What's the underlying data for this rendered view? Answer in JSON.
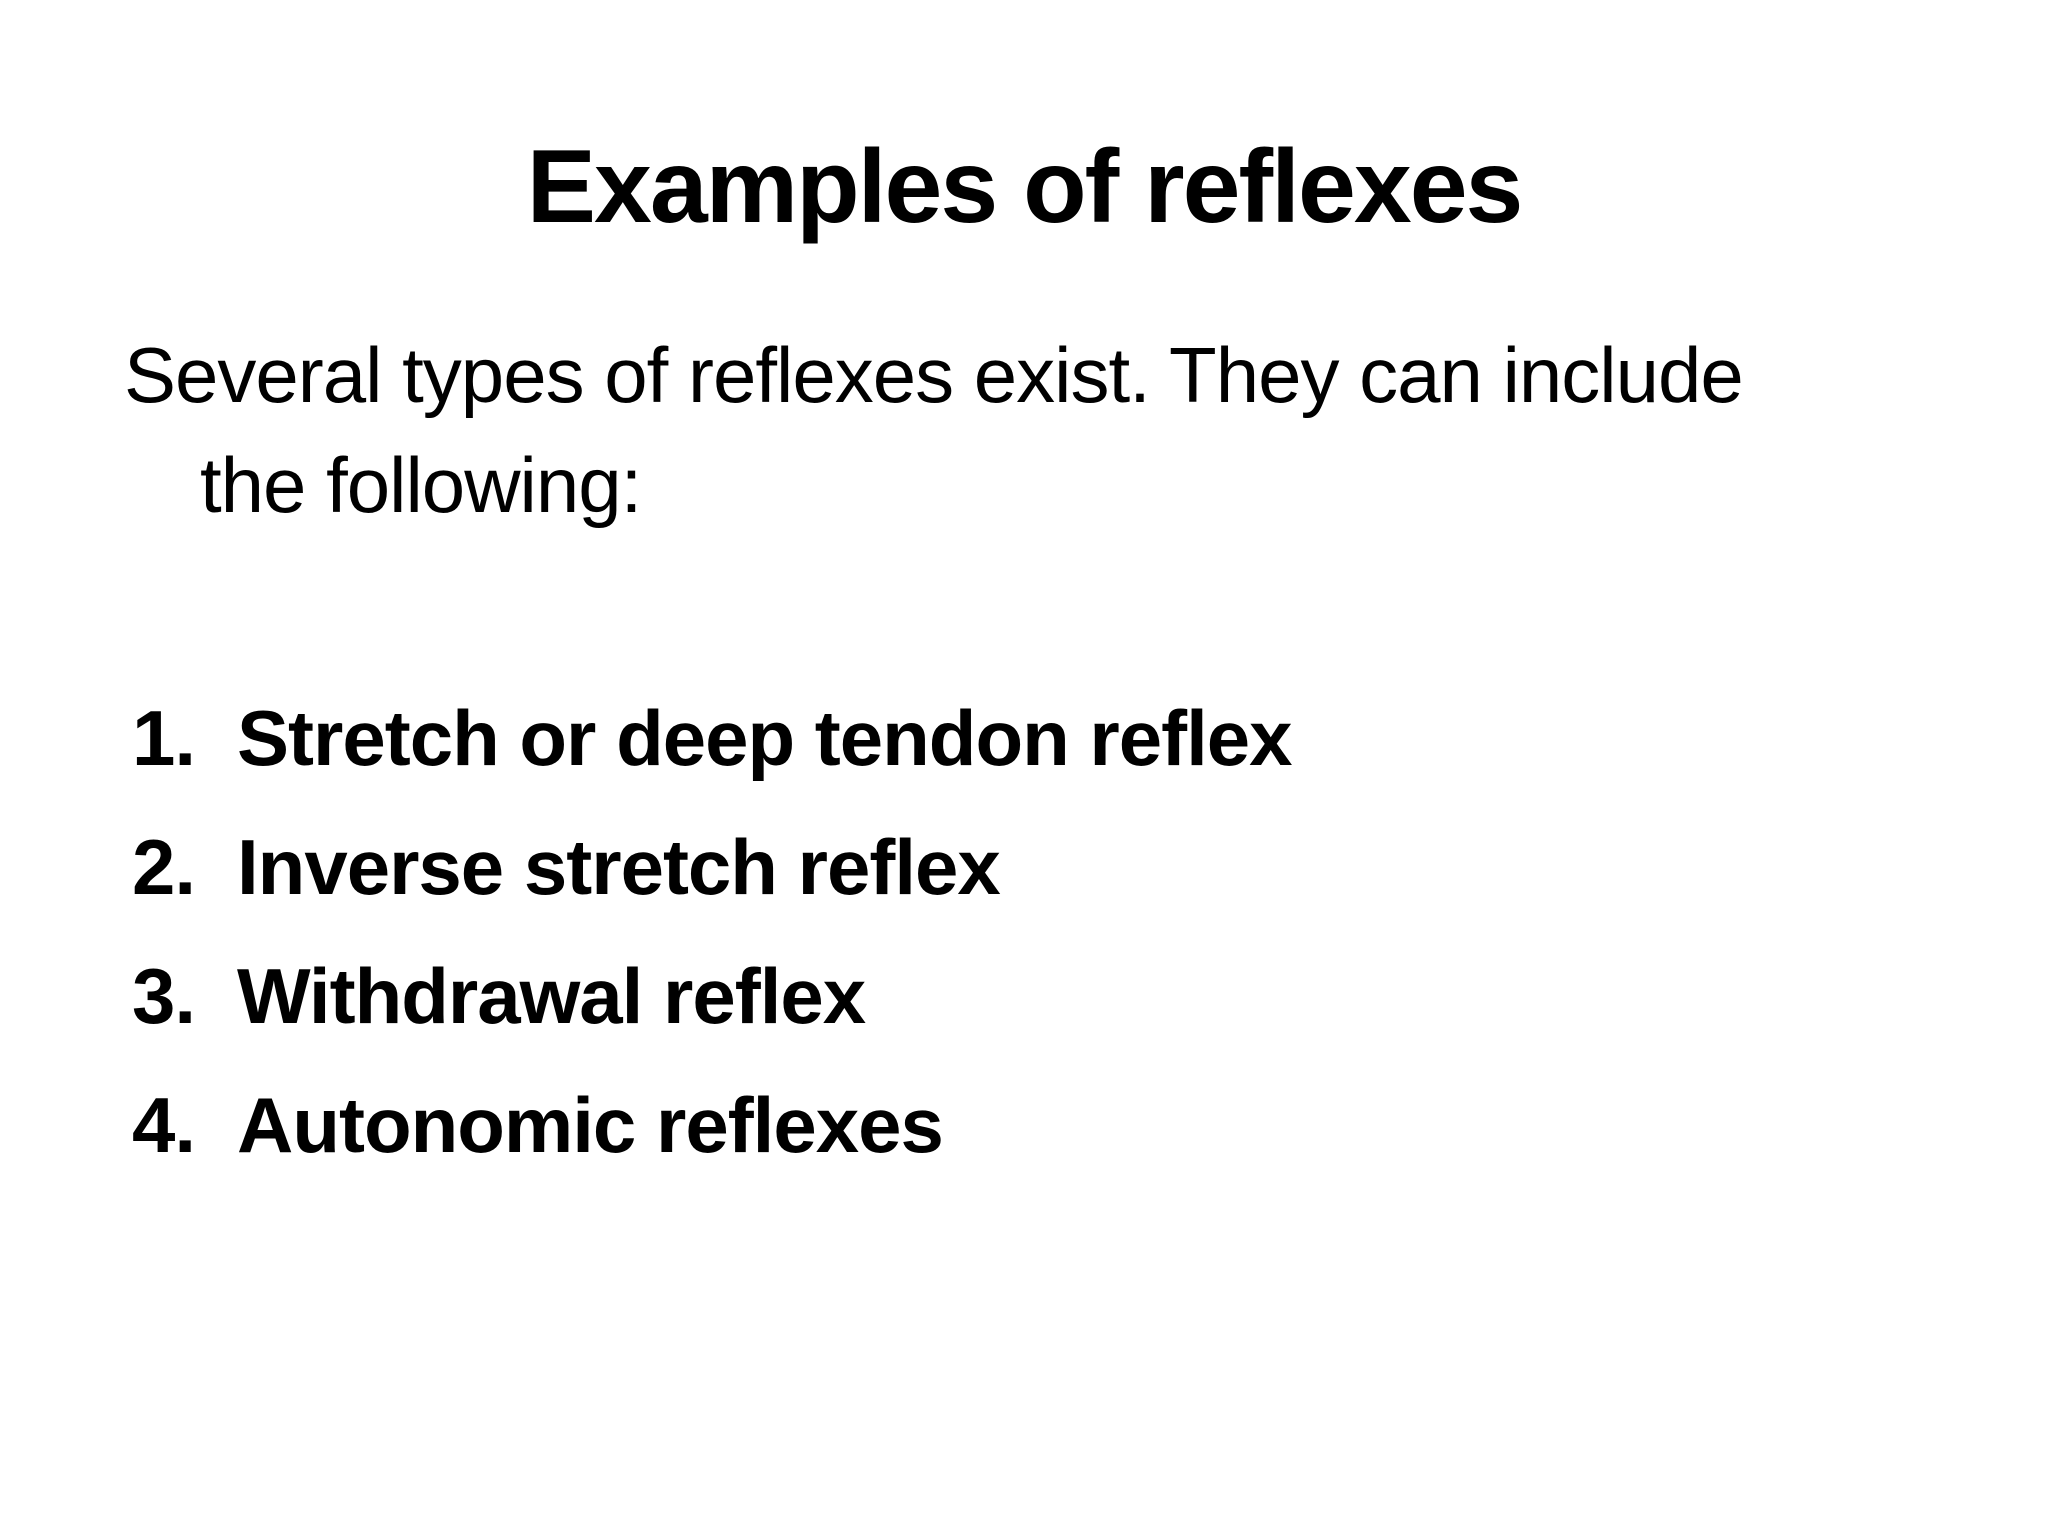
{
  "slide": {
    "colors": {
      "background": "#ffffff",
      "text": "#000000"
    },
    "title": "Examples of reflexes",
    "intro": {
      "line1": "Several types of reflexes exist. They can include",
      "line2": "the following:"
    },
    "list": {
      "items": [
        {
          "number": "1.",
          "label": "Stretch or deep tendon reflex"
        },
        {
          "number": "2.",
          "label": "Inverse stretch reflex"
        },
        {
          "number": "3.",
          "label": "Withdrawal reflex"
        },
        {
          "number": "4.",
          "label": "Autonomic reflexes"
        }
      ]
    }
  }
}
